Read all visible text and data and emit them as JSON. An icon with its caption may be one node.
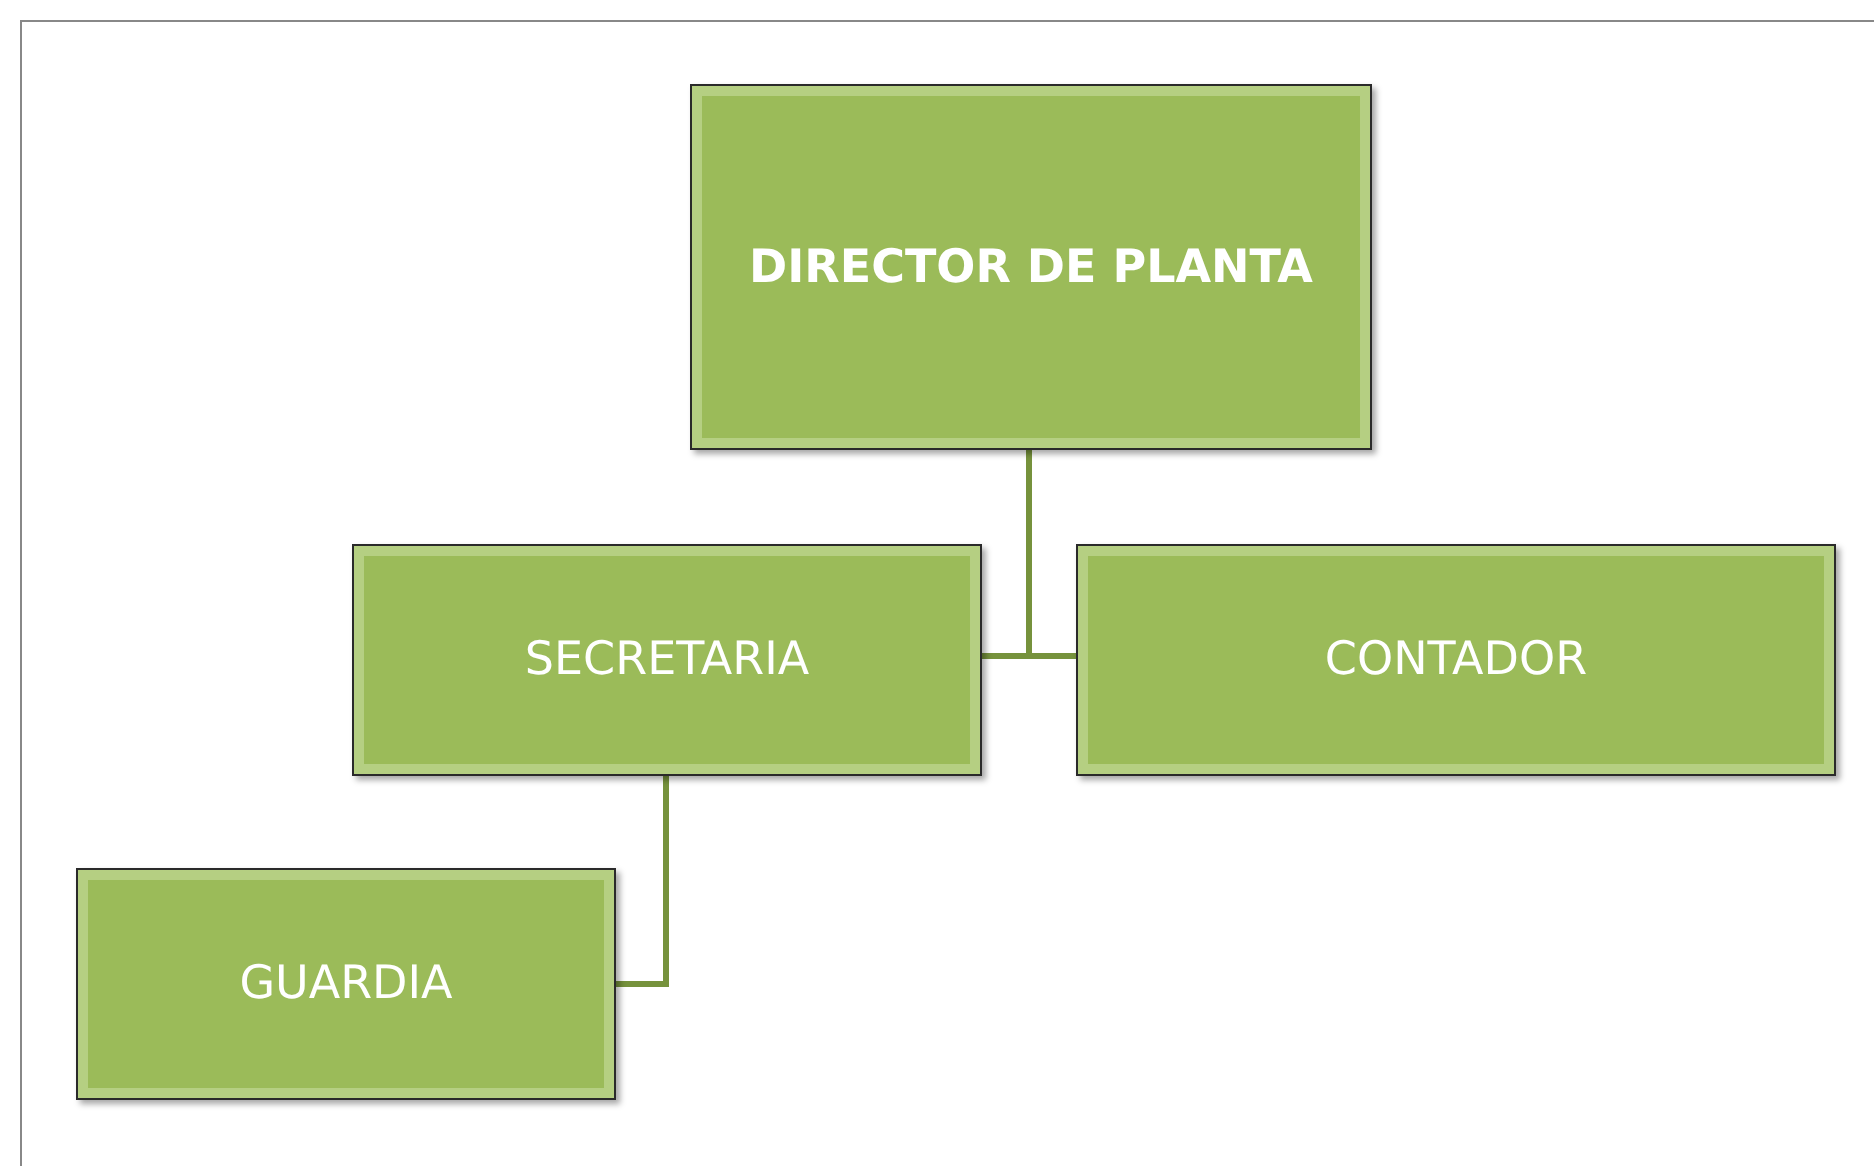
{
  "diagram": {
    "nodes": [
      {
        "text": [
          "DIRECTOR DE PLANTA"
        ]
      },
      {
        "text": [
          "SECRETARIA"
        ]
      },
      {
        "text": [
          "CONTADOR"
        ]
      },
      {
        "text": [
          "GUARDIA"
        ]
      }
    ],
    "edges": [
      {
        "from": 0,
        "to": 1,
        "arrow": "none"
      },
      {
        "from": 0,
        "to": 2,
        "arrow": "none"
      },
      {
        "from": 1,
        "to": 3,
        "arrow": "none"
      }
    ]
  }
}
